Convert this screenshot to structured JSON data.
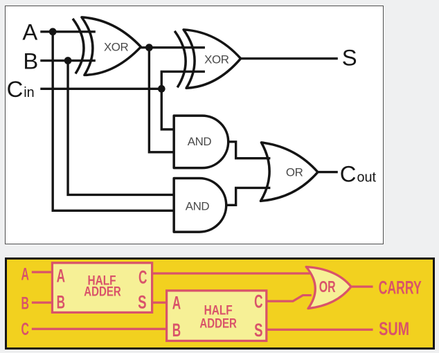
{
  "full_adder": {
    "inputs": {
      "a": "A",
      "b": "B",
      "cin_base": "C",
      "cin_sub": "in"
    },
    "outputs": {
      "sum": "S",
      "cout_base": "C",
      "cout_sub": "out"
    },
    "gates": {
      "xor1": "XOR",
      "xor2": "XOR",
      "and1": "AND",
      "and2": "AND",
      "or": "OR"
    },
    "colors": {
      "line": "#141414",
      "gate_label": "#4a4a4a",
      "panel_bg": "#ffffff",
      "panel_border": "#4f4f4f"
    }
  },
  "half_adder": {
    "inputs": {
      "a": "A",
      "b": "B",
      "c": "C"
    },
    "outputs": {
      "carry": "CARRY",
      "sum": "SUM"
    },
    "box1": {
      "in_a": "A",
      "in_b": "B",
      "out_c": "C",
      "out_s": "S",
      "title1": "HALF",
      "title2": "ADDER"
    },
    "box2": {
      "in_a": "A",
      "in_b": "B",
      "out_c": "C",
      "out_s": "S",
      "title1": "HALF",
      "title2": "ADDER"
    },
    "or_label": "OR",
    "colors": {
      "ink": "#d9536a",
      "panel_bg": "#f2d11f",
      "box_fill": "#f6f096",
      "panel_border": "#161616"
    }
  }
}
